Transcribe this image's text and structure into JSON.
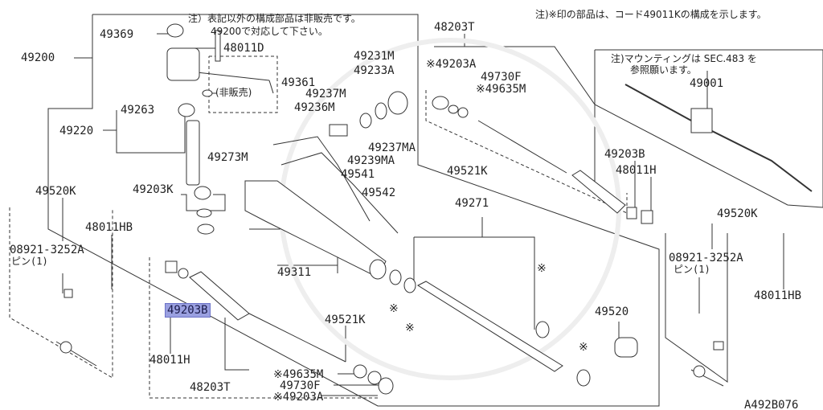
{
  "diagram": {
    "id": "A492B076",
    "highlight_color": "#9aa0e0",
    "notes": {
      "top_center_line1": "注）表記以外の構成部品は非販売です。",
      "top_center_line2": "49200で対応して下さい。",
      "top_right": "注)※印の部品は、コード49011Kの構成を示します。",
      "mounting_line1": "注)マウンティングは SEC.483 を",
      "mounting_line2": "参照願います。",
      "not_sold": "(非販売)"
    },
    "labels": {
      "p49369": "49369",
      "p49200": "49200",
      "p48011D": "48011D",
      "p49361": "49361",
      "p49263": "49263",
      "p49220": "49220",
      "p49273M": "49273M",
      "p49203K": "49203K",
      "p49520K_left": "49520K",
      "p48011HB_left": "48011HB",
      "p08921_left": "08921-3252A",
      "pin_left": "ピン(1)",
      "p49231M": "49231M",
      "p49233A": "49233A",
      "p49237M": "49237M",
      "p49236M": "49236M",
      "p49237MA": "49237MA",
      "p49239MA": "49239MA",
      "p49541": "49541",
      "p49542": "49542",
      "p49311": "49311",
      "p48203T_top": "48203T",
      "p49203A_top": "※49203A",
      "p49730F_top": "49730F",
      "p49635M_top": "※49635M",
      "p49521K_top": "49521K",
      "p49203B_right": "49203B",
      "p48011H_right": "48011H",
      "p49001": "49001",
      "p49520K_right": "49520K",
      "p08921_right": "08921-3252A",
      "pin_right": "ピン(1)",
      "p48011HB_right": "48011HB",
      "p49271": "49271",
      "p49520": "49520",
      "p49203B_highlight": "49203B",
      "p48011H_left": "48011H",
      "p48203T_bottom": "48203T",
      "p49521K_bottom": "49521K",
      "p49635M_bottom": "※49635M",
      "p49730F_bottom": "49730F",
      "p49203A_bottom": "※49203A",
      "mark1": "※",
      "mark2": "※",
      "mark3": "※",
      "mark4": "※"
    }
  }
}
